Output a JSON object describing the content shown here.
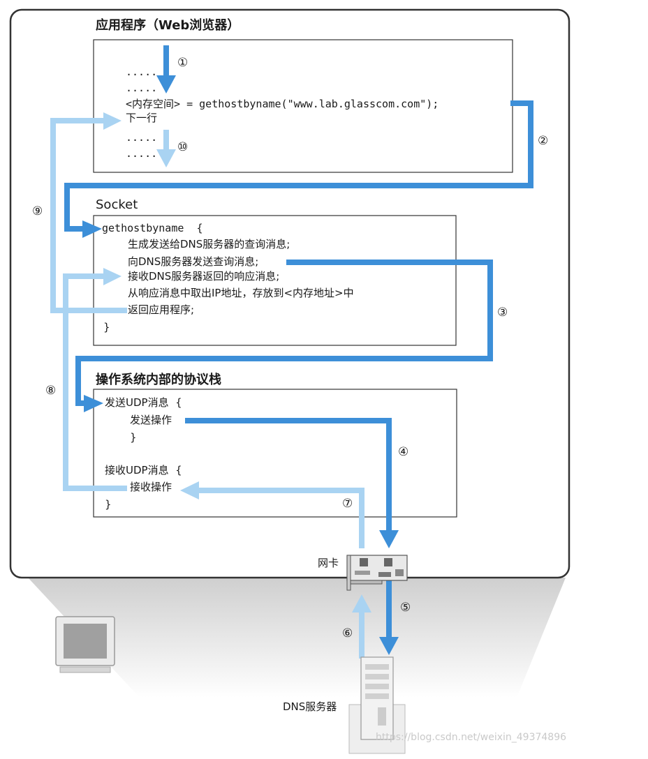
{
  "colors": {
    "dark_arrow": "#3d8fd8",
    "light_arrow": "#a9d3f2",
    "frame": "#333333"
  },
  "app": {
    "title": "应用程序（Web浏览器）",
    "line1": ".....",
    "line2": ".....",
    "call": "<内存空间> = gethostbyname(\"www.lab.glasscom.com\");",
    "next": "下一行",
    "line4": ".....",
    "line5": "....."
  },
  "socket": {
    "title": "Socket",
    "func": "gethostbyname  {",
    "l1": "生成发送给DNS服务器的查询消息;",
    "l2": "向DNS服务器发送查询消息;",
    "l3": "接收DNS服务器返回的响应消息;",
    "l4": "从响应消息中取出IP地址，存放到<内存地址>中",
    "l5": "返回应用程序;",
    "close": "}"
  },
  "stack": {
    "title": "操作系统内部的协议栈",
    "send_head": "发送UDP消息  {",
    "send_op": "发送操作",
    "send_close": "}",
    "recv_head": "接收UDP消息  {",
    "recv_op": "接收操作",
    "recv_close": "}"
  },
  "labels": {
    "nic": "网卡",
    "dns": "DNS服务器"
  },
  "steps": [
    "①",
    "②",
    "③",
    "④",
    "⑤",
    "⑥",
    "⑦",
    "⑧",
    "⑨",
    "⑩"
  ],
  "watermark": "https://blog.csdn.net/weixin_49374896"
}
